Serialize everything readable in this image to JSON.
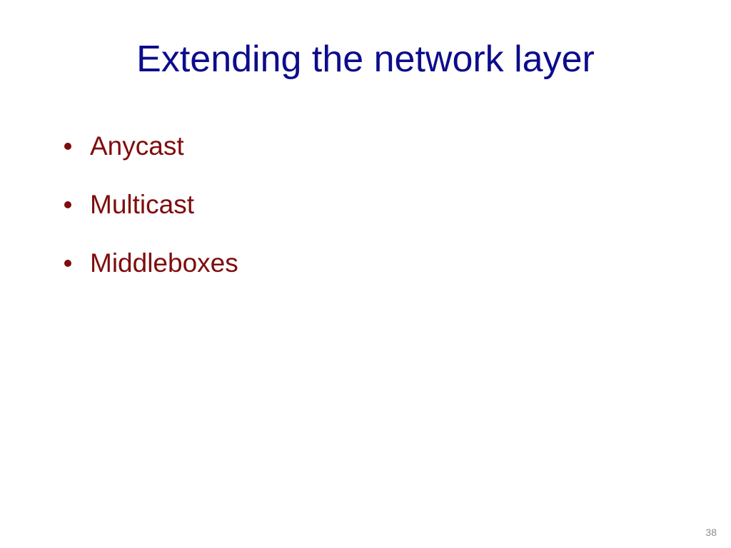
{
  "slide": {
    "title": "Extending the network layer",
    "bullets": [
      {
        "label": "Anycast"
      },
      {
        "label": "Multicast"
      },
      {
        "label": "Middleboxes"
      }
    ],
    "page_number": "38"
  },
  "colors": {
    "title": "#0c0c8c",
    "bullet_text": "#7f0c0c",
    "bullet_dot": "#7f0c0c",
    "page_number": "#8a8a8a",
    "background": "#ffffff"
  }
}
